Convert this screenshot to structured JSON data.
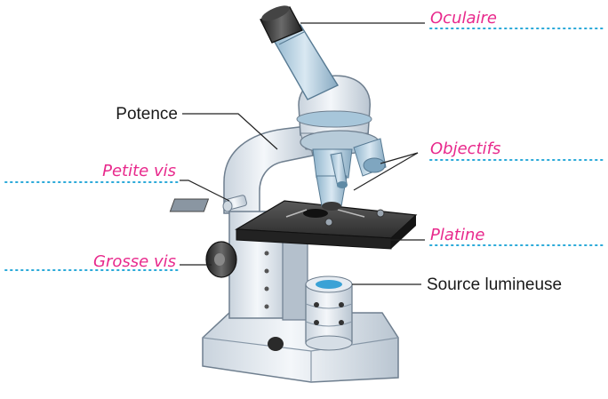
{
  "labels": {
    "oculaire": "Oculaire",
    "potence": "Potence",
    "objectifs": "Objectifs",
    "petite_vis": "Petite vis",
    "platine": "Platine",
    "grosse_vis": "Grosse vis",
    "source_lumineuse": "Source lumineuse"
  },
  "colors": {
    "answer_label": "#e8298c",
    "dotted_line": "#2aa9d8",
    "body_light": "#e9eef4",
    "body_shadow": "#b8c4d0",
    "stage": "#3a3a3a",
    "lens_blue": "#9fc3d8"
  }
}
